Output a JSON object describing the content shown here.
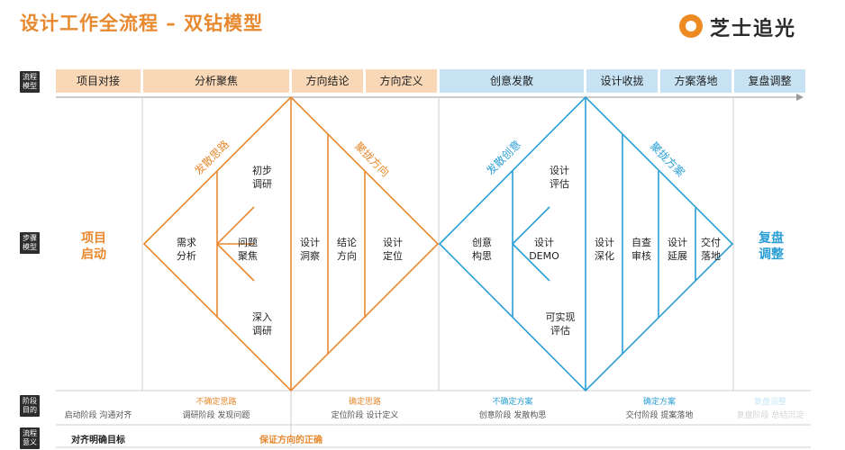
{
  "title": "设计工作全流程 – 双钻模型",
  "brand": "芝士追光",
  "row_labels": {
    "process_model": "流程\n模型",
    "step_model": "步骤\n模型",
    "stage_goal": "阶段\n目的",
    "process_meaning": "流程\n意义"
  },
  "headers": [
    "项目对接",
    "分析聚焦",
    "方向结论",
    "方向定义",
    "创意发散",
    "设计收拢",
    "方案落地",
    "复盘调整"
  ],
  "side_labels": {
    "start": "项目\n启动",
    "review": "复盘\n调整"
  },
  "diamond1": {
    "diverge_label": "发散思路",
    "converge_label": "聚拢方向",
    "cells": [
      "需求\n分析",
      "初步\n调研",
      "问题\n聚焦",
      "深入\n调研",
      "设计\n洞察",
      "结论\n方向",
      "设计\n定位"
    ]
  },
  "diamond2": {
    "diverge_label": "发散创意",
    "converge_label": "聚拢方案",
    "cells": [
      "创意\n构思",
      "设计\n评估",
      "设计\nDEMO",
      "可实现\n评估",
      "设计\n深化",
      "自查\n审核",
      "设计\n延展",
      "交付\n落地"
    ]
  },
  "stage_goals": {
    "col0": "启动阶段   沟通对齐",
    "d1_left_title": "不确定思路",
    "d1_left_sub": "调研阶段   发现问题",
    "d1_right_title": "确定思路",
    "d1_right_sub": "定位阶段   设计定义",
    "d2_left_title": "不确定方案",
    "d2_left_sub": "创意阶段   发散构思",
    "d2_right_title": "确定方案",
    "d2_right_sub": "交付阶段   提案落地",
    "col_last_title": "复盘调整",
    "col_last_sub": "复盘阶段   总结沉淀"
  },
  "meaning": {
    "col0": "对齐明确目标",
    "d1": "保证方向的正确"
  },
  "colors": {
    "orange": "#E8892F",
    "blue": "#2A9FD6",
    "orange_header": "#F9D8B8",
    "blue_header": "#C6E2F3",
    "dark_label": "#2D2D2D"
  }
}
